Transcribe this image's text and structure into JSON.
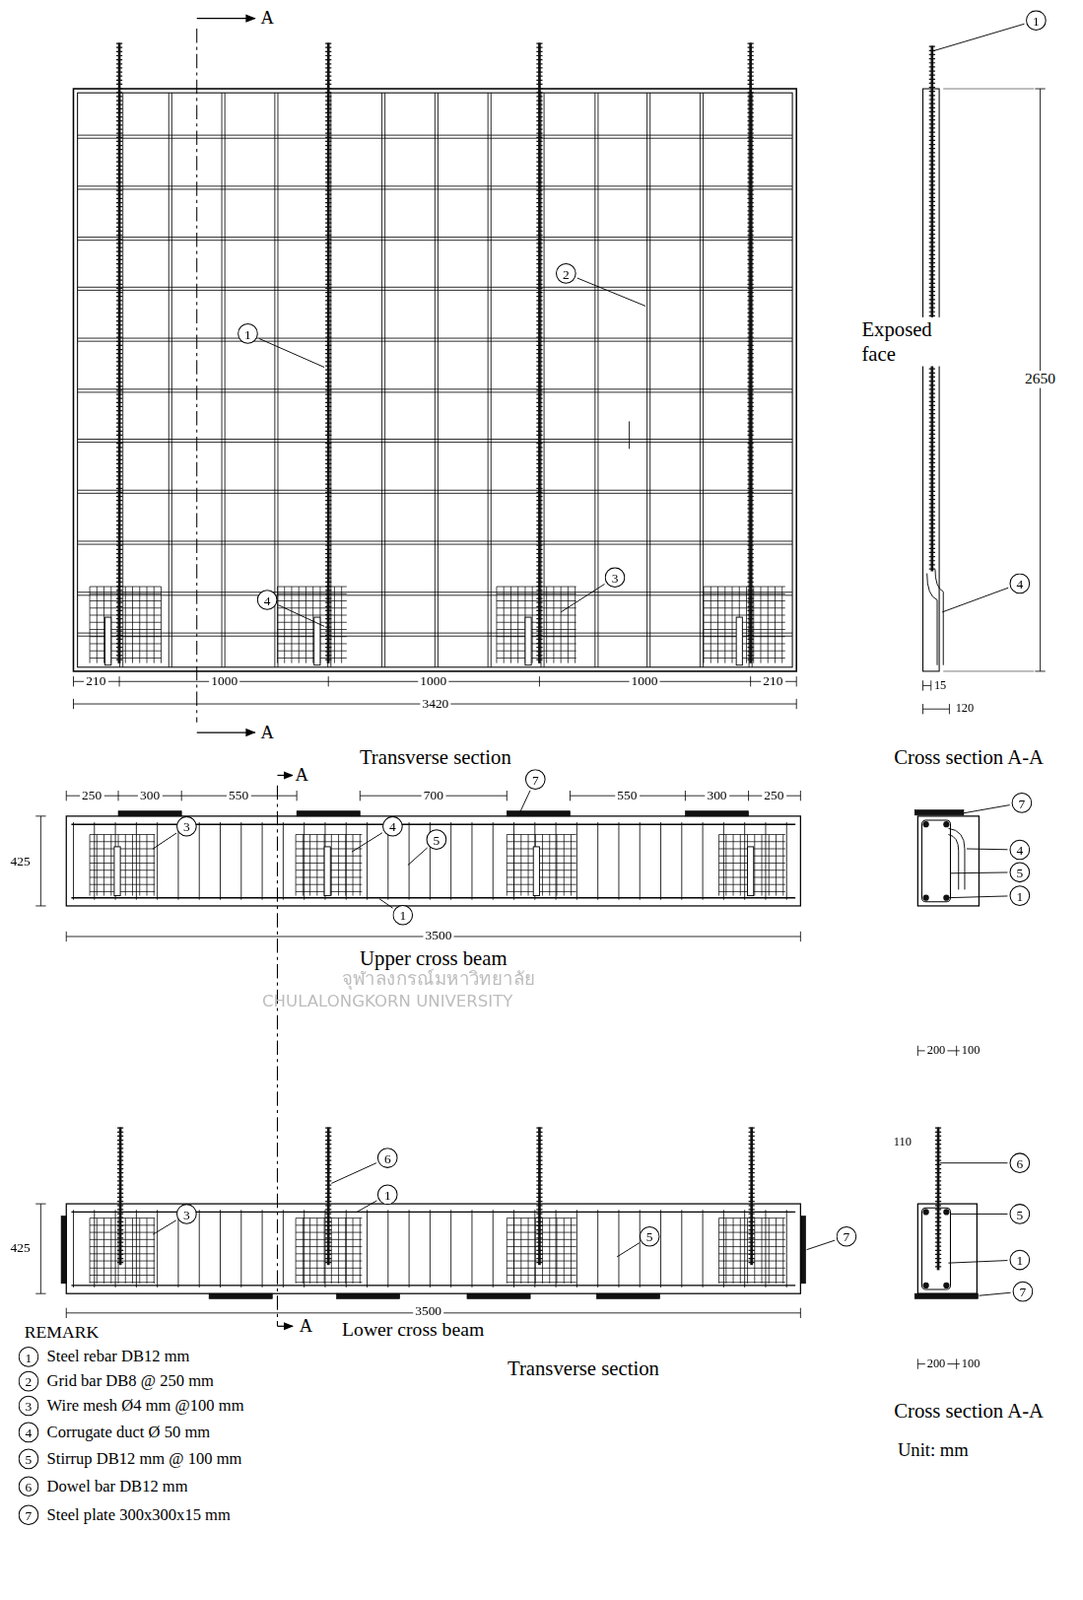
{
  "diagram": {
    "nodes": [
      {
        "text": [
          "1"
        ]
      },
      {
        "text": [
          "2"
        ]
      },
      {
        "text": [
          "1"
        ]
      },
      {
        "text": [
          "3"
        ]
      },
      {
        "text": [
          "4"
        ]
      },
      {
        "text": [
          "4"
        ]
      },
      {
        "text": [
          "7"
        ]
      },
      {
        "text": [
          "7"
        ]
      },
      {
        "text": [
          "3"
        ]
      },
      {
        "text": [
          "4"
        ]
      },
      {
        "text": [
          "5"
        ]
      },
      {
        "text": [
          "4"
        ]
      },
      {
        "text": [
          "5"
        ]
      },
      {
        "text": [
          "1"
        ]
      },
      {
        "text": [
          "1"
        ]
      },
      {
        "text": [
          "6"
        ]
      },
      {
        "text": [
          "6"
        ]
      },
      {
        "text": [
          "1"
        ]
      },
      {
        "text": [
          "3"
        ]
      },
      {
        "text": [
          "5"
        ]
      },
      {
        "text": [
          "5"
        ]
      },
      {
        "text": [
          "7"
        ]
      },
      {
        "text": [
          "1"
        ]
      },
      {
        "text": [
          "7"
        ]
      },
      {
        "text": [
          "1"
        ]
      },
      {
        "text": [
          "2"
        ]
      },
      {
        "text": [
          "3"
        ]
      },
      {
        "text": [
          "4"
        ]
      },
      {
        "text": [
          "5"
        ]
      },
      {
        "text": [
          "6"
        ]
      },
      {
        "text": [
          "7"
        ]
      }
    ],
    "labels": [
      "A",
      "Exposed face",
      "2650",
      "210",
      "1000",
      "1000",
      "1000",
      "210",
      "15",
      "3420",
      "120",
      "A",
      "Transverse section",
      "Cross section A-A",
      "A",
      "250",
      "300",
      "550",
      "700",
      "550",
      "300",
      "250",
      "425",
      "3500",
      "Upper cross beam",
      "จุฬาลงกรณ์มหาวิทยาลัย",
      "CHULALONGKORN UNIVERSITY",
      "200",
      "100",
      "110",
      "425",
      "3500",
      "A",
      "Lower cross beam",
      "REMARK",
      "Steel rebar DB12 mm",
      "Grid bar DB8 @ 250 mm",
      "Wire mesh Ø4 mm @100 mm",
      "Corrugate duct Ø 50 mm",
      "Stirrup DB12 mm @ 100 mm",
      "Dowel bar DB12 mm",
      "Steel plate 300x300x15 mm",
      "200",
      "100",
      "Transverse section",
      "Cross section A-A",
      "Unit: mm"
    ]
  }
}
